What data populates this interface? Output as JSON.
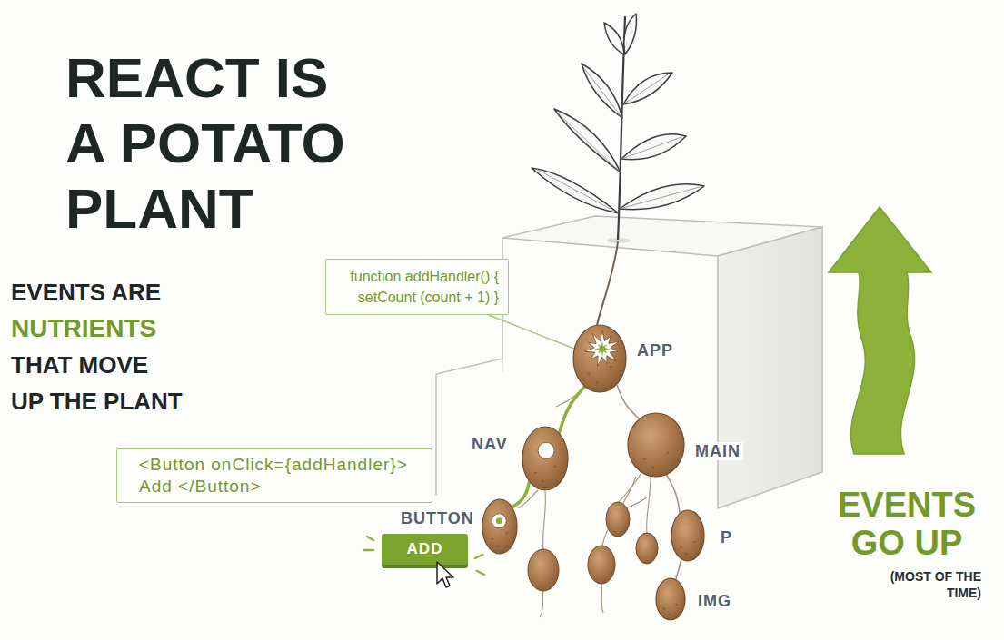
{
  "diagram": {
    "title": "REACT IS A POTATO PLANT",
    "nodes": [
      {
        "text": [
          "function addHandler() { setCount (count + 1) }"
        ]
      },
      {
        "text": [
          "APP"
        ]
      },
      {
        "text": [
          "NAV"
        ]
      },
      {
        "text": [
          "MAIN"
        ]
      },
      {
        "text": [
          "<Button onClick={addHandler}> Add </Button>"
        ]
      },
      {
        "text": [
          "BUTTON"
        ]
      },
      {
        "text": [
          "ADD"
        ]
      },
      {
        "text": [
          "P"
        ]
      },
      {
        "text": [
          "IMG"
        ]
      }
    ],
    "edges": [
      {
        "from": 0,
        "to": 1,
        "arrow": "none"
      },
      {
        "from": 5,
        "to": 2,
        "arrow": "none"
      },
      {
        "from": 2,
        "to": 1,
        "arrow": "none"
      },
      {
        "from": 1,
        "to": 3,
        "arrow": "none"
      },
      {
        "from": 3,
        "to": 7,
        "arrow": "none"
      },
      {
        "from": 7,
        "to": 8,
        "arrow": "none"
      }
    ],
    "labels": [
      "EVENTS ARE",
      "NUTRIENTS",
      "THAT MOVE UP THE PLANT",
      "EVENTS GO UP",
      "(MOST OF THE TIME)"
    ]
  }
}
